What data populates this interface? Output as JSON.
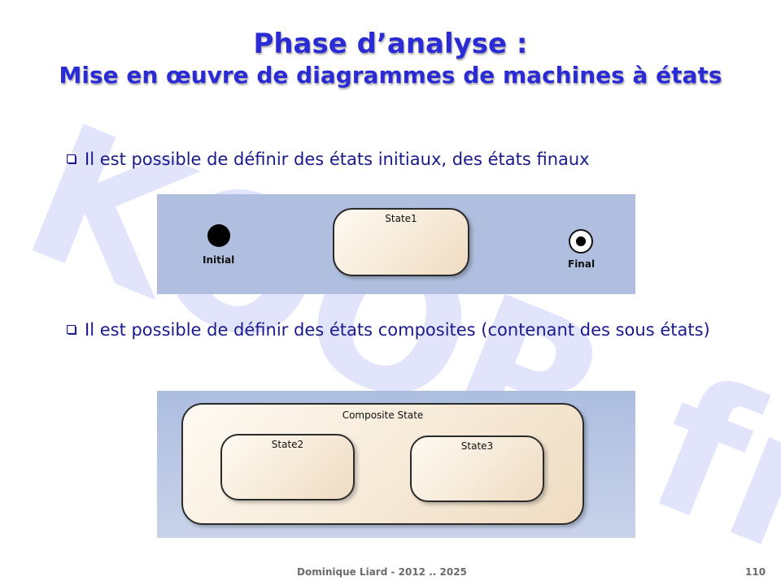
{
  "watermark": {
    "text": "KOOR.fr"
  },
  "title": {
    "line1": "Phase d’analyse :",
    "line2": "Mise en œuvre de diagrammes de machines à états"
  },
  "bullets": [
    {
      "text": "Il est possible de définir des états initiaux, des états finaux"
    },
    {
      "text": "Il est possible de définir des états composites (contenant des sous états)"
    }
  ],
  "diagram1": {
    "initial_label": "Initial",
    "state_label": "State1",
    "final_label": "Final"
  },
  "diagram2": {
    "composite_label": "Composite State",
    "substates": [
      "State2",
      "State3"
    ]
  },
  "footer": {
    "author": "Dominique Liard - 2012 .. 2025",
    "page": "110"
  },
  "colors": {
    "title": "#2b2bd6",
    "bullet_text": "#1a1a8c",
    "diagram_bg": "#b0bfdf",
    "watermark": "#e2e4fb"
  }
}
